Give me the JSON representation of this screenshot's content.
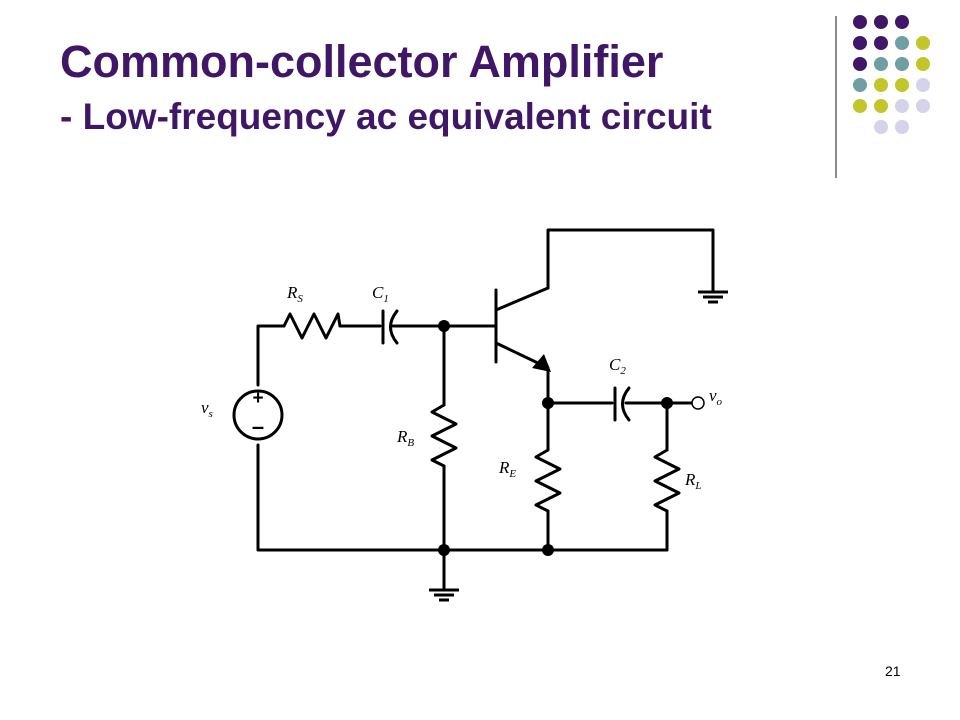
{
  "slide": {
    "title_line1": "Common-collector Amplifier",
    "title_line2": "- Low-frequency ac equivalent circuit",
    "page_number": "21"
  },
  "circuit": {
    "labels": {
      "source": {
        "base": "v",
        "sub": "s"
      },
      "source_resistor": {
        "base": "R",
        "sub": "S"
      },
      "input_capacitor": {
        "base": "C",
        "sub": "1"
      },
      "base_resistor": {
        "base": "R",
        "sub": "B"
      },
      "emitter_resistor": {
        "base": "R",
        "sub": "E"
      },
      "output_capacitor": {
        "base": "C",
        "sub": "2"
      },
      "load_resistor": {
        "base": "R",
        "sub": "L"
      },
      "output": {
        "base": "v",
        "sub": "o"
      }
    },
    "source_polarity": {
      "plus": "+",
      "minus": "–"
    }
  },
  "decoration": {
    "palette": {
      "purple": "#3f1766",
      "teal": "#6f9fa0",
      "olive": "#c3c62a",
      "lavender": "#d3d3ea"
    },
    "dot_grid": [
      [
        "purple",
        "purple",
        "purple"
      ],
      [
        "purple",
        "purple",
        "teal",
        "olive"
      ],
      [
        "purple",
        "teal",
        "teal",
        "olive"
      ],
      [
        "teal",
        "olive",
        "olive",
        "lavender"
      ],
      [
        "olive",
        "olive",
        "lavender",
        "lavender"
      ],
      [
        "lavender",
        "lavender"
      ]
    ]
  }
}
